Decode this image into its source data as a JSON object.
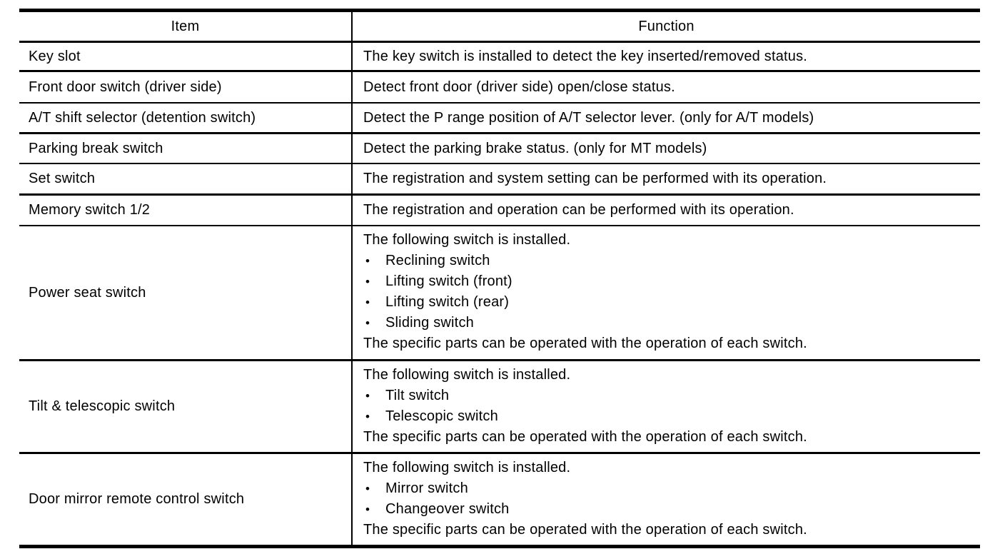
{
  "colors": {
    "background": "#ffffff",
    "text": "#000000",
    "rule": "#000000"
  },
  "table": {
    "header": {
      "item": "Item",
      "function": "Function"
    },
    "bullet_glyph": "•",
    "rows": [
      {
        "item": "Key slot",
        "function_lines": [
          {
            "bullet": false,
            "text": "The key switch is installed to detect the key inserted/removed status."
          }
        ]
      },
      {
        "item": "Front door switch (driver side)",
        "function_lines": [
          {
            "bullet": false,
            "text": "Detect front door (driver side) open/close status."
          }
        ]
      },
      {
        "item": "A/T shift selector (detention switch)",
        "function_lines": [
          {
            "bullet": false,
            "text": "Detect the P range position of A/T selector lever. (only for A/T models)"
          }
        ]
      },
      {
        "item": "Parking break switch",
        "function_lines": [
          {
            "bullet": false,
            "text": "Detect the parking brake status. (only for MT models)"
          }
        ]
      },
      {
        "item": "Set switch",
        "function_lines": [
          {
            "bullet": false,
            "text": "The registration and system setting can be performed with its operation."
          }
        ]
      },
      {
        "item": "Memory switch 1/2",
        "function_lines": [
          {
            "bullet": false,
            "text": "The registration and operation can be performed with its operation."
          }
        ]
      },
      {
        "item": "Power seat switch",
        "function_lines": [
          {
            "bullet": false,
            "text": "The following switch is installed."
          },
          {
            "bullet": true,
            "text": "Reclining switch"
          },
          {
            "bullet": true,
            "text": "Lifting switch (front)"
          },
          {
            "bullet": true,
            "text": "Lifting switch (rear)"
          },
          {
            "bullet": true,
            "text": "Sliding switch"
          },
          {
            "bullet": false,
            "text": "The specific parts can be operated with the operation of each switch."
          }
        ]
      },
      {
        "item": "Tilt & telescopic switch",
        "function_lines": [
          {
            "bullet": false,
            "text": "The following switch is installed."
          },
          {
            "bullet": true,
            "text": "Tilt switch"
          },
          {
            "bullet": true,
            "text": "Telescopic switch"
          },
          {
            "bullet": false,
            "text": "The specific parts can be operated with the operation of each switch."
          }
        ]
      },
      {
        "item": "Door mirror remote control switch",
        "function_lines": [
          {
            "bullet": false,
            "text": "The following switch is installed."
          },
          {
            "bullet": true,
            "text": "Mirror switch"
          },
          {
            "bullet": true,
            "text": "Changeover switch"
          },
          {
            "bullet": false,
            "text": "The specific parts can be operated with the operation of each switch."
          }
        ]
      }
    ]
  }
}
